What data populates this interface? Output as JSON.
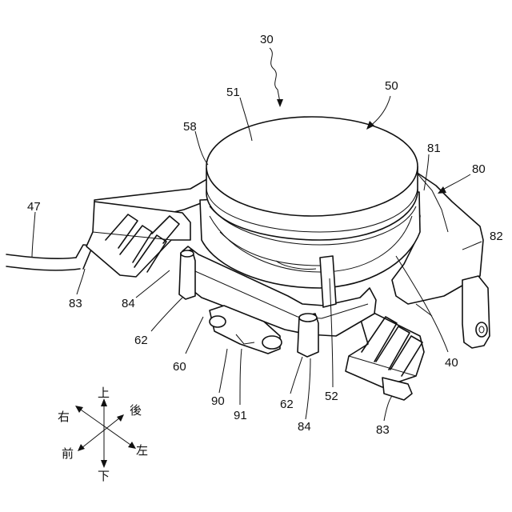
{
  "labels": {
    "l30": "30",
    "l50": "50",
    "l51": "51",
    "l58": "58",
    "l81": "81",
    "l80": "80",
    "l82": "82",
    "l47": "47",
    "l83a": "83",
    "l84a": "84",
    "l62a": "62",
    "l60": "60",
    "l90": "90",
    "l91": "91",
    "l62b": "62",
    "l84b": "84",
    "l52": "52",
    "l40": "40",
    "l83b": "83"
  },
  "compass": {
    "up": "上",
    "down": "下",
    "right": "右",
    "left": "左",
    "front": "前",
    "back": "後"
  }
}
